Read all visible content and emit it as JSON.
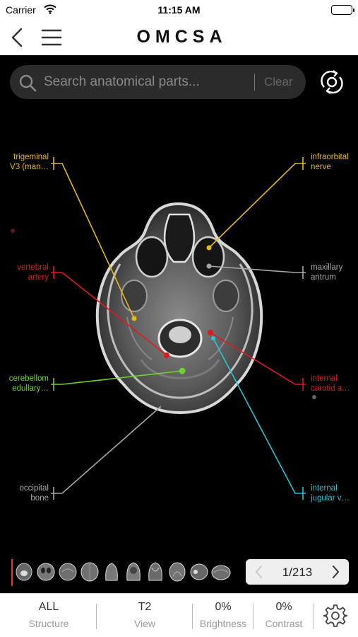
{
  "status_bar": {
    "carrier": "Carrier",
    "time": "11:15 AM"
  },
  "header": {
    "title": "OMCSA"
  },
  "search": {
    "placeholder": "Search anatomical parts...",
    "clear_label": "Clear"
  },
  "labels": {
    "trigeminal": "trigeminal\nV3 (man…",
    "infraorbital": "infraorbital\nnerve",
    "vertebral": "vertebral\nartery",
    "maxillary": "maxillary\nantrum",
    "cerebellom": "cerebellom\nedullary…",
    "internal_carotid": "internal\ncarotid a…",
    "occipital": "occipital\nbone",
    "internal_jugular": "internal\njugular v…"
  },
  "colors": {
    "yellow": "#e6b81a",
    "red": "#e0191e",
    "green": "#6fd12a",
    "grey": "#a8a8a8",
    "cyan": "#25c6d6"
  },
  "pager": {
    "count": "1/213"
  },
  "toolbar": {
    "structure": {
      "value": "ALL",
      "label": "Structure"
    },
    "view": {
      "value": "T2",
      "label": "View"
    },
    "brightness": {
      "value": "0%",
      "label": "Brightness"
    },
    "contrast": {
      "value": "0%",
      "label": "Contrast"
    }
  },
  "icons": [
    "wifi-icon",
    "battery-icon",
    "back-icon",
    "menu-icon",
    "search-icon",
    "orientation-icon",
    "chevron-left-icon",
    "chevron-right-icon",
    "gear-icon"
  ]
}
